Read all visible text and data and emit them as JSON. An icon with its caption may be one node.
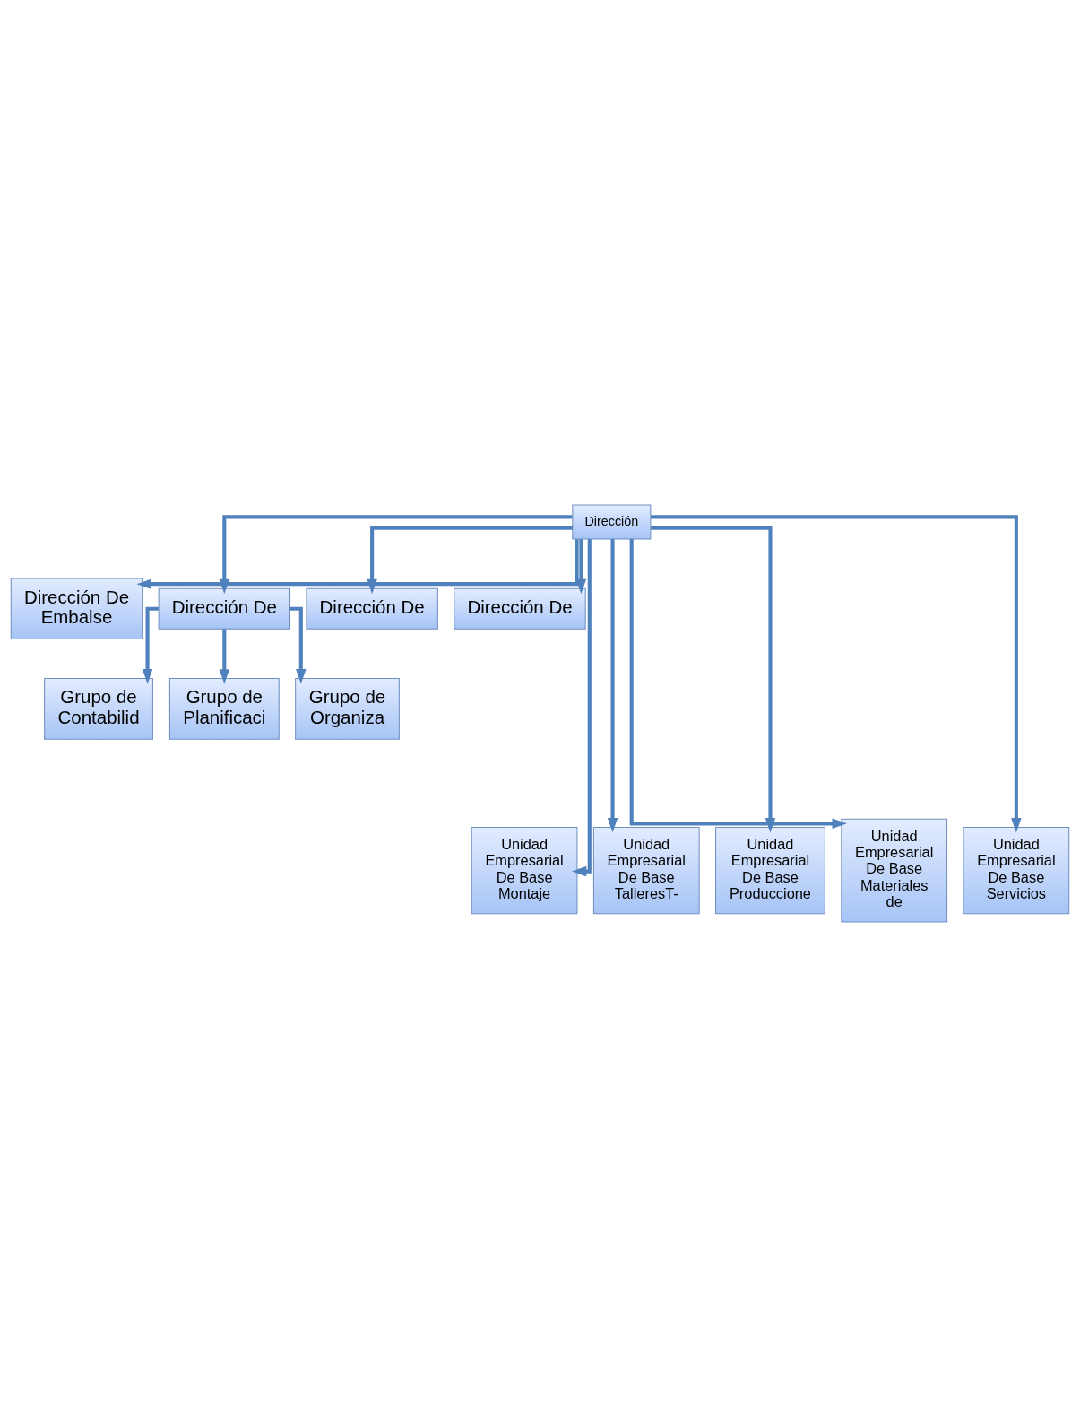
{
  "diagram": {
    "nodes": [
      {
        "text": [
          "Dirección"
        ]
      },
      {
        "text": [
          "Dirección De Embalse"
        ]
      },
      {
        "text": [
          "Dirección De"
        ]
      },
      {
        "text": [
          "Dirección De"
        ]
      },
      {
        "text": [
          "Dirección De"
        ]
      },
      {
        "text": [
          "Grupo de Contabilid"
        ]
      },
      {
        "text": [
          "Grupo de Planificaci"
        ]
      },
      {
        "text": [
          "Grupo de Organiza"
        ]
      },
      {
        "text": [
          "Unidad Empresarial De Base Montaje"
        ]
      },
      {
        "text": [
          "Unidad Empresarial De Base TalleresT-"
        ]
      },
      {
        "text": [
          "Unidad Empresarial De Base Produccione"
        ]
      },
      {
        "text": [
          "Unidad Empresarial De Base Materiales de"
        ]
      },
      {
        "text": [
          "Unidad Empresarial De Base Servicios"
        ]
      }
    ],
    "edges": [
      {
        "from": 0,
        "to": 1,
        "arrow": "to"
      },
      {
        "from": 0,
        "to": 2,
        "arrow": "to"
      },
      {
        "from": 0,
        "to": 3,
        "arrow": "to"
      },
      {
        "from": 0,
        "to": 4,
        "arrow": "to"
      },
      {
        "from": 2,
        "to": 5,
        "arrow": "to"
      },
      {
        "from": 2,
        "to": 6,
        "arrow": "to"
      },
      {
        "from": 2,
        "to": 7,
        "arrow": "to"
      },
      {
        "from": 0,
        "to": 8,
        "arrow": "to"
      },
      {
        "from": 0,
        "to": 9,
        "arrow": "to"
      },
      {
        "from": 0,
        "to": 10,
        "arrow": "to"
      },
      {
        "from": 0,
        "to": 11,
        "arrow": "to"
      },
      {
        "from": 0,
        "to": 12,
        "arrow": "to"
      }
    ]
  }
}
